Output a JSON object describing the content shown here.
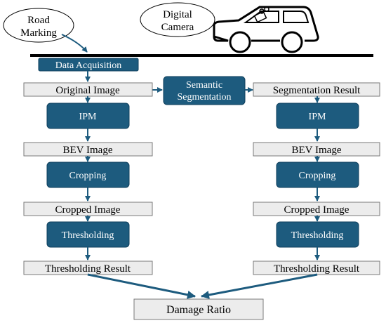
{
  "callouts": {
    "road_marking": [
      "Road",
      "Marking"
    ],
    "digital_camera": [
      "Digital",
      "Camera"
    ]
  },
  "data_acquisition": "Data Acquisition",
  "semantic_segmentation": [
    "Semantic",
    "Segmentation"
  ],
  "left_column": {
    "original": "Original Image",
    "ipm": "IPM",
    "bev": "BEV Image",
    "cropping": "Cropping",
    "cropped": "Cropped Image",
    "thresholding": "Thresholding",
    "result": "Thresholding Result"
  },
  "right_column": {
    "original": "Segmentation Result",
    "ipm": "IPM",
    "bev": "BEV Image",
    "cropping": "Cropping",
    "cropped": "Cropped Image",
    "thresholding": "Thresholding",
    "result": "Thresholding Result"
  },
  "final": "Damage Ratio",
  "colors": {
    "process": "#1d5b7e",
    "data": "#ececec",
    "arrow": "#1d5b7e"
  }
}
